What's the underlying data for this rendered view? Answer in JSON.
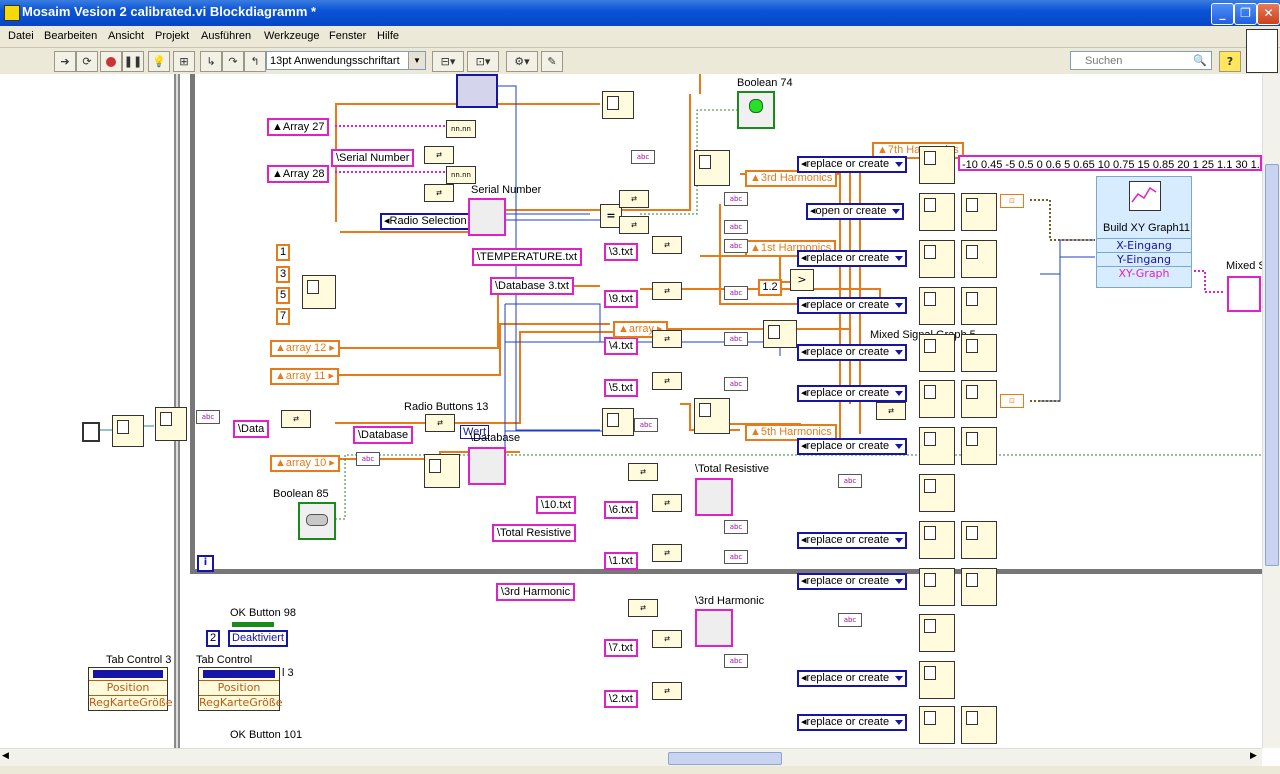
{
  "window": {
    "title": "Mosaim Vesion 2 calibrated.vi Blockdiagramm *"
  },
  "menu": [
    "Datei",
    "Bearbeiten",
    "Ansicht",
    "Projekt",
    "Ausführen",
    "Werkzeuge",
    "Fenster",
    "Hilfe"
  ],
  "toolbar": {
    "font": "13pt Anwendungsschriftart",
    "search_placeholder": "Suchen",
    "help_icon": "?"
  },
  "labels": {
    "boolean74": "Boolean 74",
    "serial_label": "Serial Number",
    "radio_buttons13": "Radio Buttons 13",
    "wert": "Wert",
    "boolean85": "Boolean 85",
    "total_resistive_label": "\\Total Resistive",
    "third_harmonic_label": "\\3rd Harmonic",
    "ok_button98": "OK Button 98",
    "ok_button101": "OK Button 101",
    "tab_control3": "Tab Control 3",
    "tab_control": "Tab Control",
    "l3": "l 3",
    "mixed_signal": "Mixed Signal Graph 5",
    "mixed_s": "Mixed S",
    "loop_i": "i"
  },
  "strings_pink": {
    "array27": "Array 27",
    "array28": "Array 28",
    "serial_number": "\\Serial Number",
    "temperature": "\\TEMPERATURE.txt",
    "database3": "\\Database 3.txt",
    "data": "\\Data",
    "database": "\\Database",
    "database_b": "\\Database",
    "ten_txt": "\\10.txt",
    "total_resistive": "\\Total Resistive",
    "third_harmonic": "\\3rd Harmonic",
    "three_txt": "\\3.txt",
    "nine_txt": "\\9.txt",
    "four_txt": "\\4.txt",
    "five_txt": "\\5.txt",
    "six_txt": "\\6.txt",
    "one_txt": "\\1.txt",
    "seven_txt": "\\7.txt",
    "two_txt": "\\2.txt"
  },
  "orange_labels": {
    "array12": "array 12",
    "array11": "array 11",
    "array10": "array 10",
    "array": "array",
    "seventh": "7th Harmonics",
    "third_harm": "3rd Harmonics",
    "first_harm": "1st Harmonics",
    "fifth_harm": "5th Harmonics"
  },
  "numbers": [
    "1",
    "3",
    "5",
    "7"
  ],
  "const_1_2": "1.2",
  "const_2": "2",
  "deaktiviert": "Deaktiviert",
  "enum_items": [
    "replace or create",
    "open or create",
    "replace or create",
    "replace or create",
    "replace or create",
    "replace or create",
    "replace or create",
    "replace or create",
    "replace or create",
    "replace or create",
    "replace or create"
  ],
  "xy_data": "-10 0.45 -5 0.5 0 0.6 5 0.65 10 0.75 15 0.85 20 1 25 1.1 30 1.",
  "build_xy": {
    "title": "Build XY Graph11",
    "x": "X-Eingang",
    "y": "Y-Eingang",
    "xy": "XY-Graph"
  },
  "tab_fields": {
    "position": "Position",
    "regkarte": "RegKarteGröße"
  },
  "icons": [
    "run-arrow-icon",
    "run-continuous-icon",
    "abort-icon",
    "pause-icon",
    "highlight-bulb-icon",
    "retain-wire-icon",
    "step-into-icon",
    "step-over-icon",
    "step-out-icon",
    "align-icon",
    "distribute-icon",
    "reorder-icon",
    "cleanup-icon",
    "search-icon",
    "help-icon"
  ]
}
